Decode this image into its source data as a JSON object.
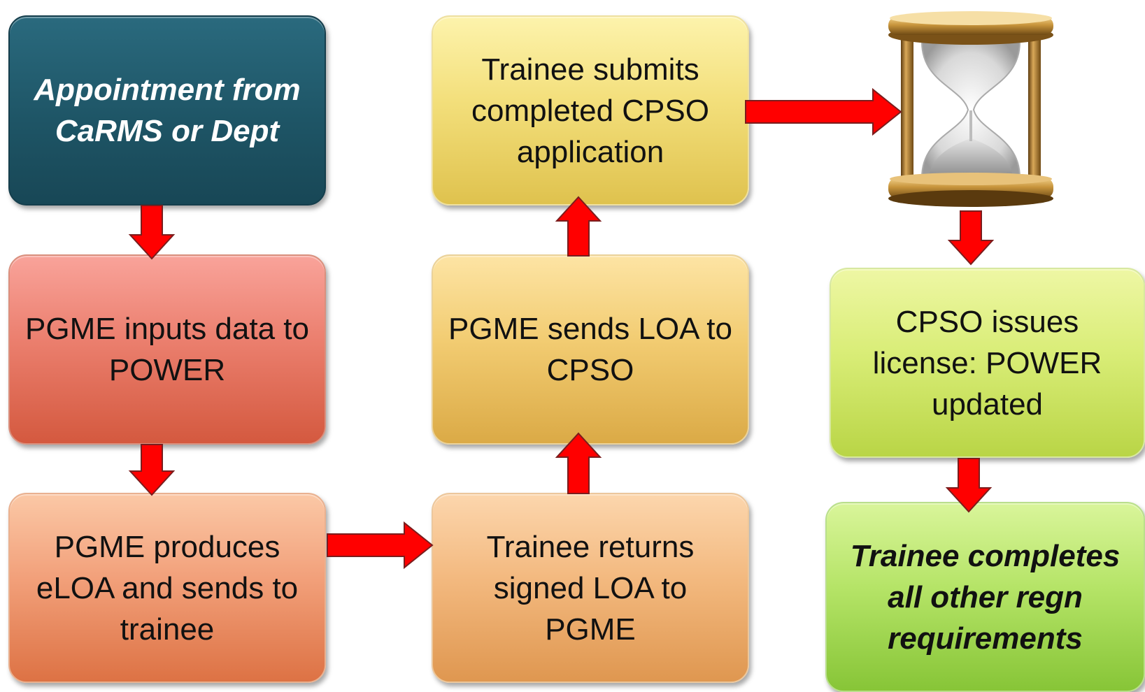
{
  "boxes": {
    "appointment": "Appointment from CaRMS or Dept",
    "pgme_inputs": "PGME inputs data to POWER",
    "pgme_produces": "PGME produces eLOA and sends to trainee",
    "trainee_returns": "Trainee returns signed LOA to PGME",
    "pgme_sends": "PGME sends LOA to CPSO",
    "trainee_submits": "Trainee submits completed CPSO application",
    "cpso_issues": "CPSO issues license: POWER updated",
    "trainee_completes": "Trainee completes all other regn requirements"
  },
  "icons": {
    "waiting": "hourglass-icon",
    "connector": "arrow-icon"
  },
  "colors": {
    "arrow": "#ff0000",
    "appointment_box": "#1e5566",
    "pgme_inputs_box": "#eb7f6e",
    "pgme_produces_box": "#f2a07a",
    "trainee_returns_box": "#f3b97f",
    "pgme_sends_box": "#f2cc72",
    "trainee_submits_box": "#f3df7b",
    "cpso_issues_box": "#d9ed77",
    "trainee_completes_box": "#b5e467"
  }
}
